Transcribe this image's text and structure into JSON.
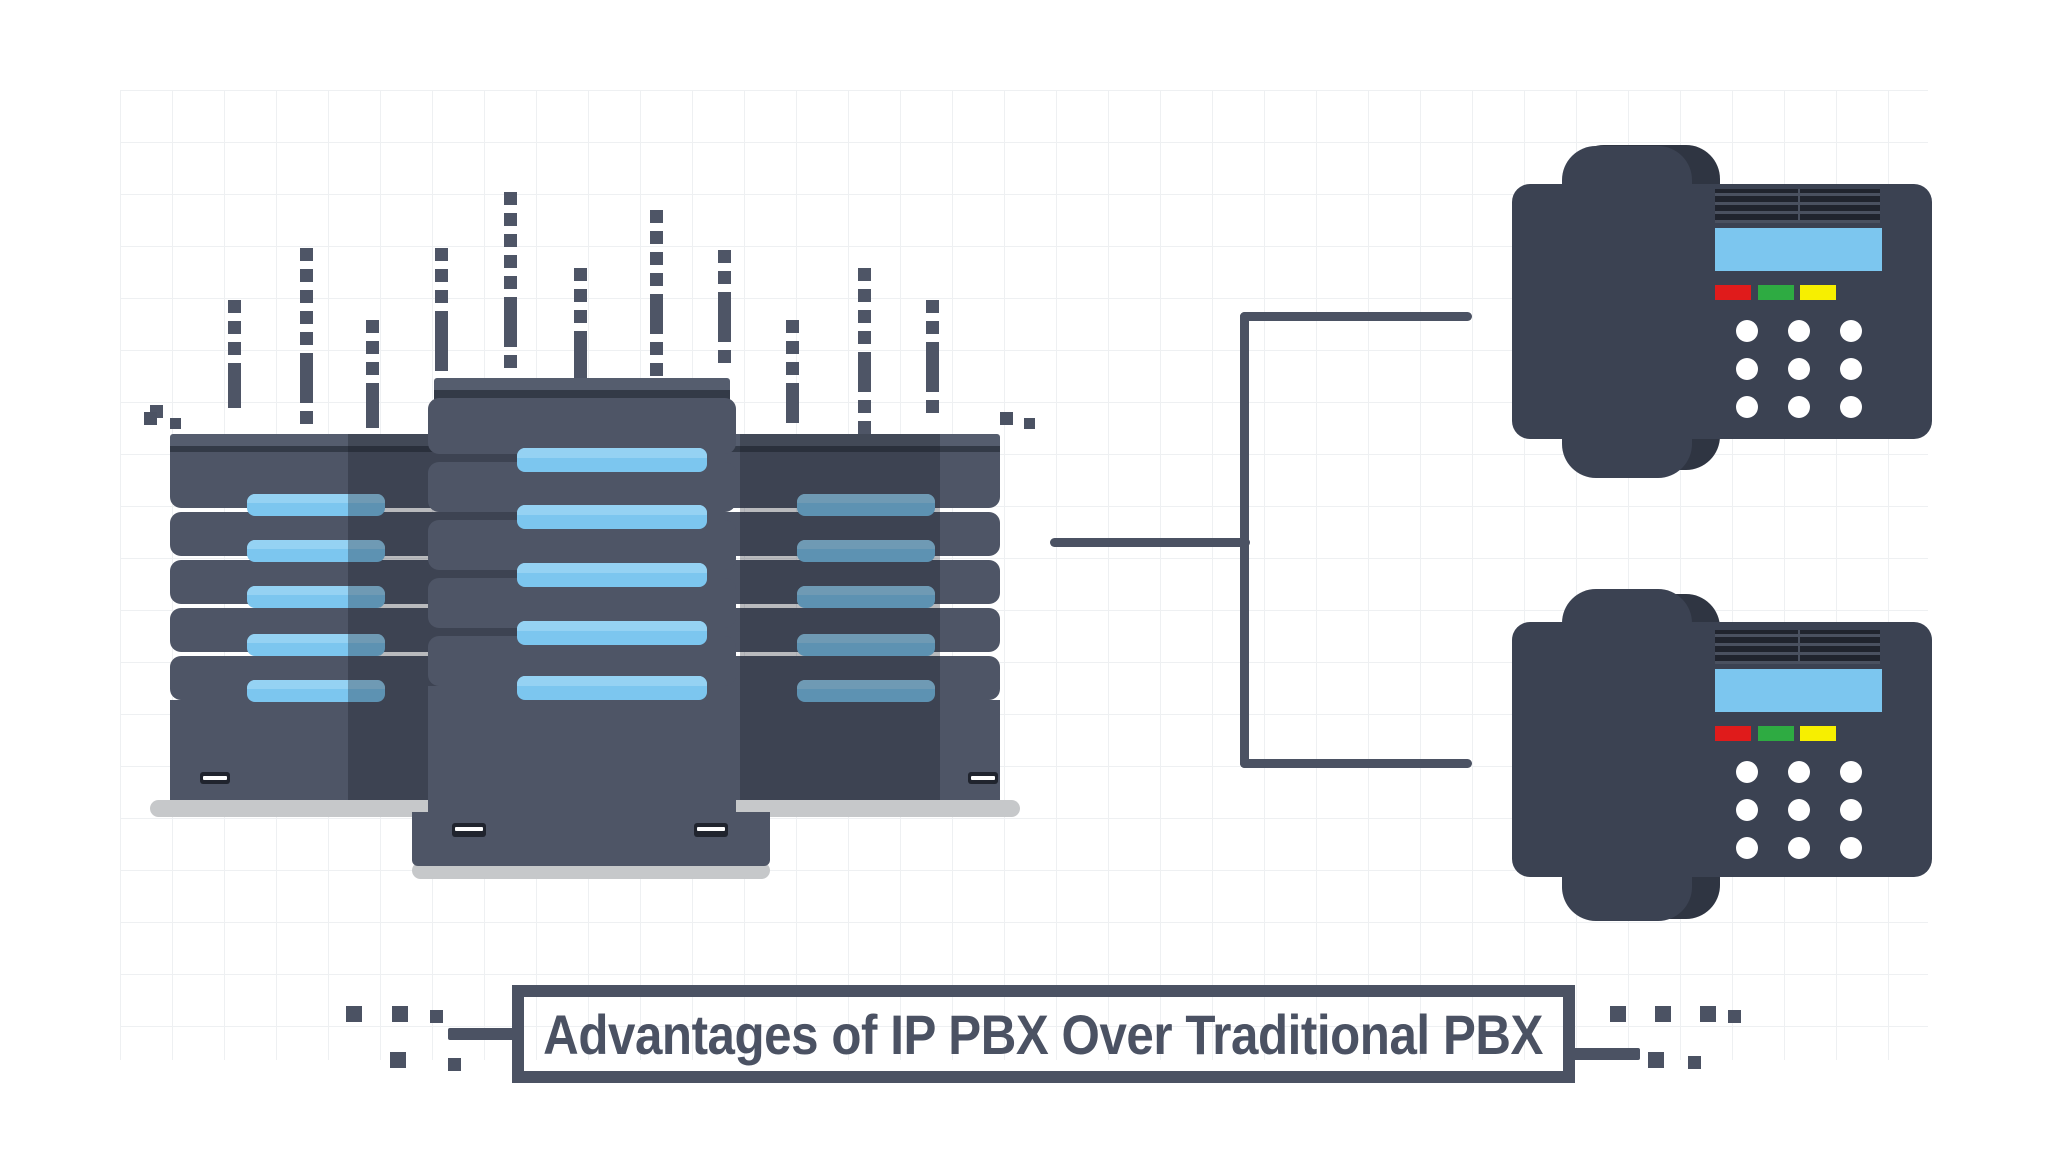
{
  "illustration": {
    "title": "Advantages of IP PBX Over Traditional PBX",
    "subject": "IP PBX server rack connected to two VoIP desk phones",
    "colors": {
      "background": "#ffffff",
      "grid_line": "#eef0f2",
      "server_body": "#4e5566",
      "server_cap": "#555d6e",
      "server_shadow_overlay": "#161b26",
      "server_floor_shadow": "#c6c8ca",
      "led_blue": "#7cc6ef",
      "led_blue_highlight": "#95d2f3",
      "phone_body": "#3b4252",
      "phone_handset_back": "#2f3542",
      "phone_grille": "#20242e",
      "wire": "#4b5263",
      "title_text": "#4b5263",
      "key_white": "#ffffff",
      "button_red": "#e01b1b",
      "button_green": "#2eab42",
      "button_yellow": "#f7ef00"
    }
  },
  "banner": {
    "text": "Advantages of IP PBX Over Traditional PBX",
    "border_color": "#4b5263"
  },
  "server": {
    "label": "IP PBX server rack",
    "racks": [
      {
        "name": "left-rack",
        "slab_count": 6,
        "led_count": 5
      },
      {
        "name": "center-rack",
        "slab_count": 6,
        "led_count": 5
      },
      {
        "name": "right-rack",
        "slab_count": 6,
        "led_count": 5
      }
    ],
    "vent_slots": 4
  },
  "phones": [
    {
      "name": "desk-phone-top",
      "keypad_rows": 3,
      "keypad_cols": 3,
      "key_count": 9,
      "soft_buttons": [
        "red",
        "green",
        "yellow"
      ],
      "grille_lines": 4,
      "has_lcd": true
    },
    {
      "name": "desk-phone-bottom",
      "keypad_rows": 3,
      "keypad_cols": 3,
      "key_count": 9,
      "soft_buttons": [
        "red",
        "green",
        "yellow"
      ],
      "grille_lines": 4,
      "has_lcd": true
    }
  ],
  "connector": {
    "name": "network-bracket",
    "branches": 2,
    "description": "Bracket line linking the PBX server to both IP phones"
  },
  "decor": {
    "signal_columns": 14,
    "corner_dots": 12
  }
}
